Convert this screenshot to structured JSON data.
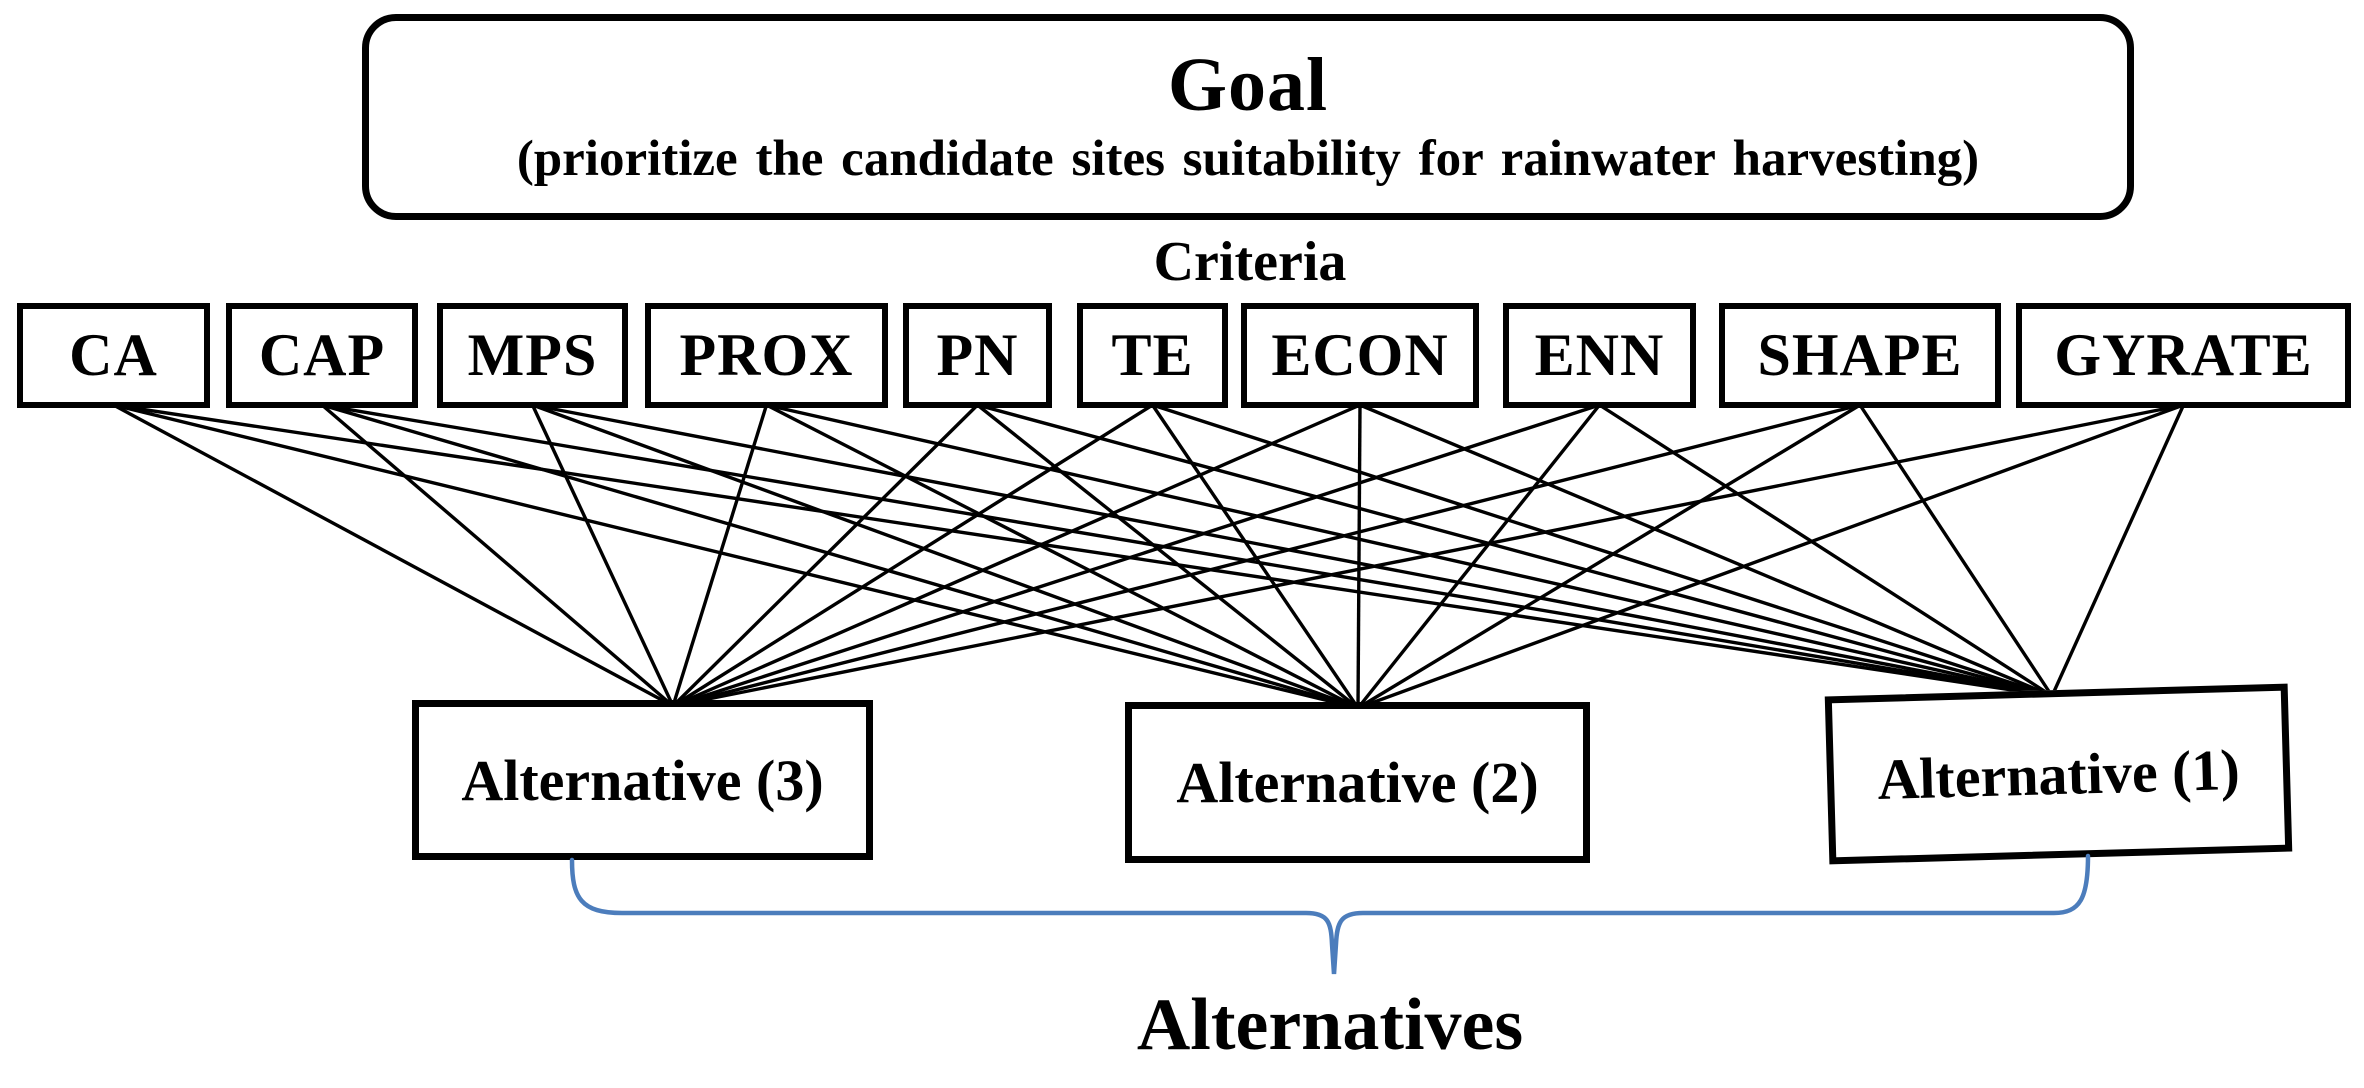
{
  "goal": {
    "title": "Goal",
    "subtitle": "(prioritize the candidate sites suitability for rainwater harvesting)"
  },
  "criteria_label": "Criteria",
  "criteria": [
    {
      "id": "ca",
      "label": "CA"
    },
    {
      "id": "cap",
      "label": "CAP"
    },
    {
      "id": "mps",
      "label": "MPS"
    },
    {
      "id": "prox",
      "label": "PROX"
    },
    {
      "id": "pn",
      "label": "PN"
    },
    {
      "id": "te",
      "label": "TE"
    },
    {
      "id": "econ",
      "label": "ECON"
    },
    {
      "id": "enn",
      "label": "ENN"
    },
    {
      "id": "shape",
      "label": "SHAPE"
    },
    {
      "id": "gyrate",
      "label": "GYRATE"
    }
  ],
  "alternatives": [
    {
      "id": "alternative-3",
      "label": "Alternative (3)"
    },
    {
      "id": "alternative-2",
      "label": "Alternative (2)"
    },
    {
      "id": "alternative-1",
      "label": "Alternative (1)"
    }
  ],
  "alternatives_group_label": "Alternatives",
  "connections": {
    "type": "all-to-all",
    "description": "every criterion is linked by a straight line to every alternative"
  },
  "colors": {
    "background": "#ffffff",
    "box_border": "#000000",
    "edge_line": "#000000",
    "brace": "#4c7dbc",
    "text": "#000000"
  }
}
